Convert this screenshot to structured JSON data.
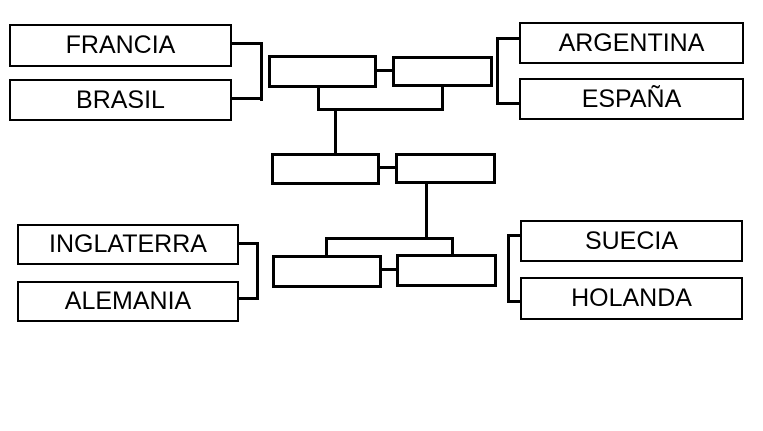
{
  "diagram": {
    "type": "tournament-bracket",
    "background_color": "#ffffff",
    "line_color": "#000000",
    "box_fill_color": "#ffffff",
    "text_color": "#000000",
    "matches": [
      {
        "id": "match-1",
        "teams": [
          "FRANCIA",
          "BRASIL"
        ]
      },
      {
        "id": "match-2",
        "teams": [
          "ARGENTINA",
          "ESPAÑA"
        ]
      },
      {
        "id": "match-3",
        "teams": [
          "INGLATERRA",
          "ALEMANIA"
        ]
      },
      {
        "id": "match-4",
        "teams": [
          "SUECIA",
          "HOLANDA"
        ]
      }
    ],
    "empty_winner_slots": 6
  }
}
